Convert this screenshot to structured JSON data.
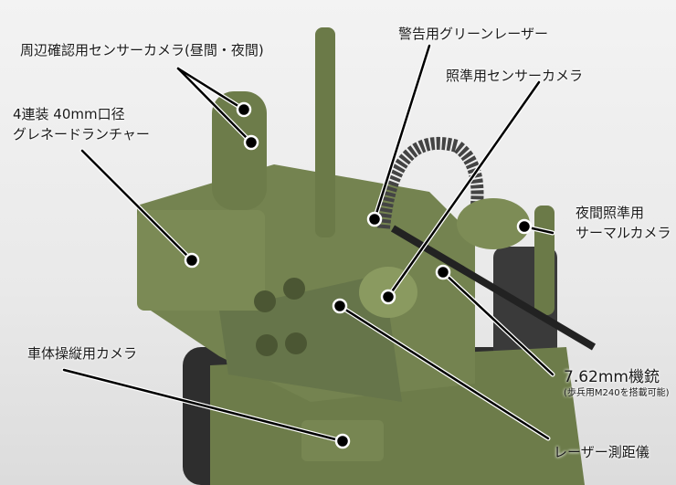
{
  "labels": {
    "perimeter_camera": "周辺確認用センサーカメラ(昼間・夜間)",
    "grenade_line1": "4連装 40mm口径",
    "grenade_line2": "グレネードランチャー",
    "driving_camera": "車体操縦用カメラ",
    "green_laser": "警告用グリーンレーザー",
    "aiming_camera": "照準用センサーカメラ",
    "thermal_line1": "夜間照準用",
    "thermal_line2": "サーマルカメラ",
    "machine_gun": "7.62mm機銃",
    "machine_gun_note": "(歩兵用M240を搭載可能)",
    "rangefinder": "レーザー測距儀"
  },
  "colors": {
    "model_green": "#6f7f4c",
    "model_dark": "#4f5a36",
    "track": "#2a2a2a",
    "leader_line": "#000000"
  }
}
